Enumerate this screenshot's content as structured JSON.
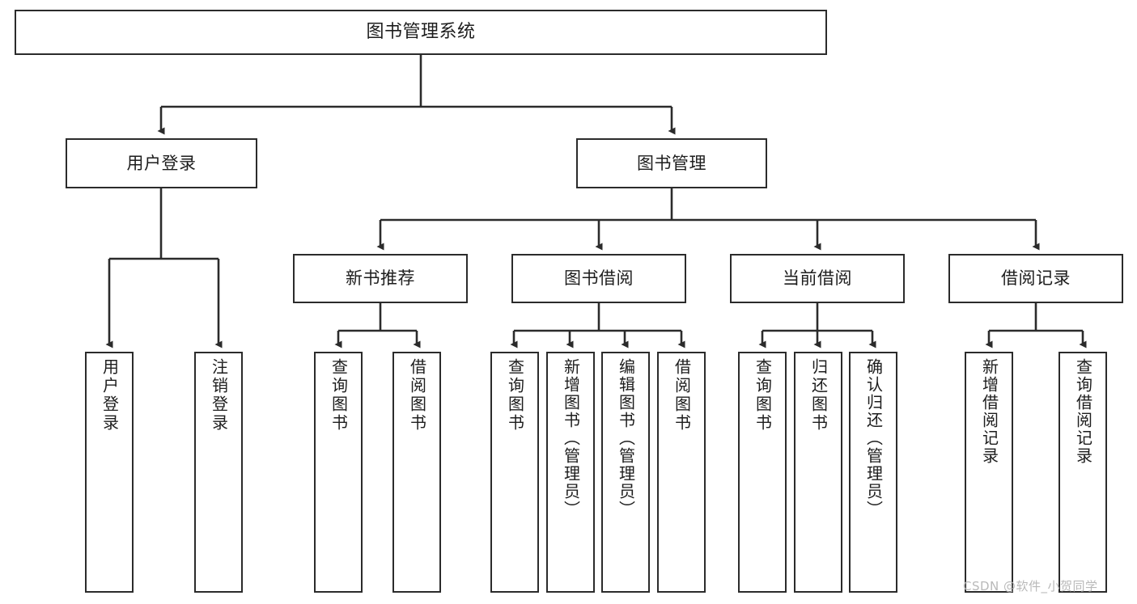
{
  "diagram": {
    "type": "tree",
    "title": "图书管理系统",
    "root": {
      "label": "图书管理系统"
    },
    "level2": [
      {
        "id": "user-login",
        "label": "用户登录"
      },
      {
        "id": "book-manage",
        "label": "图书管理"
      }
    ],
    "level3": [
      {
        "id": "new-book-rec",
        "label": "新书推荐",
        "parent": "book-manage"
      },
      {
        "id": "book-borrow",
        "label": "图书借阅",
        "parent": "book-manage"
      },
      {
        "id": "current-borrow",
        "label": "当前借阅",
        "parent": "book-manage"
      },
      {
        "id": "borrow-record",
        "label": "借阅记录",
        "parent": "book-manage"
      }
    ],
    "leaves": [
      {
        "id": "leaf-user-login",
        "label": "用户登录",
        "parent": "user-login"
      },
      {
        "id": "leaf-logout-login",
        "label": "注销登录",
        "parent": "user-login"
      },
      {
        "id": "leaf-query-book-1",
        "label": "查询图书",
        "parent": "new-book-rec"
      },
      {
        "id": "leaf-borrow-book-1",
        "label": "借阅图书",
        "parent": "new-book-rec"
      },
      {
        "id": "leaf-query-book-2",
        "label": "查询图书",
        "parent": "book-borrow"
      },
      {
        "id": "leaf-add-book",
        "label": "新增图书（管理员）",
        "parent": "book-borrow"
      },
      {
        "id": "leaf-edit-book",
        "label": "编辑图书（管理员）",
        "parent": "book-borrow"
      },
      {
        "id": "leaf-borrow-book-2",
        "label": "借阅图书",
        "parent": "book-borrow"
      },
      {
        "id": "leaf-query-book-3",
        "label": "查询图书",
        "parent": "current-borrow"
      },
      {
        "id": "leaf-return-book",
        "label": "归还图书",
        "parent": "current-borrow"
      },
      {
        "id": "leaf-confirm-return",
        "label": "确认归还（管理员）",
        "parent": "current-borrow"
      },
      {
        "id": "leaf-add-record",
        "label": "新增借阅记录",
        "parent": "borrow-record"
      },
      {
        "id": "leaf-query-record",
        "label": "查询借阅记录",
        "parent": "borrow-record"
      }
    ],
    "colors": {
      "stroke": "#2b2b2b",
      "fill": "#ffffff",
      "text": "#1d1d1d",
      "watermark": "#b9b9b9"
    }
  },
  "watermark": {
    "text": "CSDN @软件_小贺同学"
  }
}
